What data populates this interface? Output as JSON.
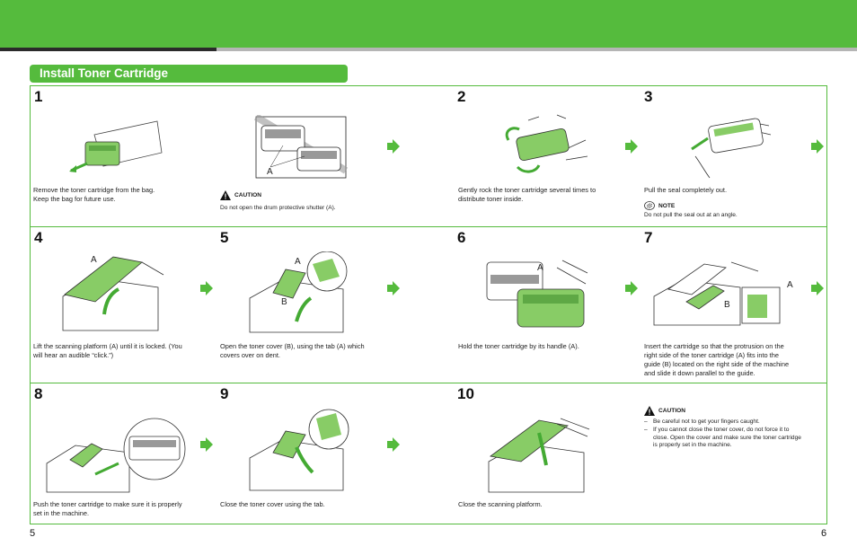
{
  "section_title": "Install Toner Cartridge",
  "steps": [
    {
      "num": "1",
      "text": [
        "Remove the toner cartridge from the bag.",
        "Keep the bag for future use."
      ]
    },
    {
      "num": "2",
      "text": [
        "Gently rock the toner cartridge several times to",
        "distribute toner inside."
      ]
    },
    {
      "num": "3",
      "text": [
        "Pull the seal completely out."
      ]
    },
    {
      "num": "4",
      "text": [
        "Lift the scanning platform (A) until it is locked. (You",
        "will hear an audible “click.”)"
      ]
    },
    {
      "num": "5",
      "text": [
        "Open the toner cover (B), using the tab (A) which",
        "covers over on dent."
      ]
    },
    {
      "num": "6",
      "text": [
        "Hold the toner cartridge by its handle (A)."
      ]
    },
    {
      "num": "7",
      "text": [
        "Insert the cartridge so that the protrusion on the",
        "right side of the toner cartridge (A) fits into the",
        "guide (B) located on the right side of the machine",
        "and slide it down parallel to the guide."
      ]
    },
    {
      "num": "8",
      "text": [
        "Push the toner cartridge to make sure it is properly",
        "set in the machine."
      ]
    },
    {
      "num": "9",
      "text": [
        "Close the toner cover using the tab."
      ]
    },
    {
      "num": "10",
      "text": [
        "Close the scanning platform."
      ]
    }
  ],
  "caution1": {
    "label": "CAUTION",
    "text": "Do not open the drum protective shutter (A)."
  },
  "note3": {
    "label": "NOTE",
    "text": "Do not pull the seal out at an angle."
  },
  "caution10": {
    "label": "CAUTION",
    "items": [
      "Be careful not to get your fingers caught.",
      "If you cannot close the toner cover, do not force it to close. Open the cover and make sure the toner cartridge is properly set in the machine."
    ]
  },
  "labels": {
    "a": "A",
    "b": "B"
  },
  "page_left": "5",
  "page_right": "6",
  "colors": {
    "brand_green": "#55bb3d",
    "dark_band": "#2b2b2b",
    "gray_band": "#b5b5b5"
  }
}
